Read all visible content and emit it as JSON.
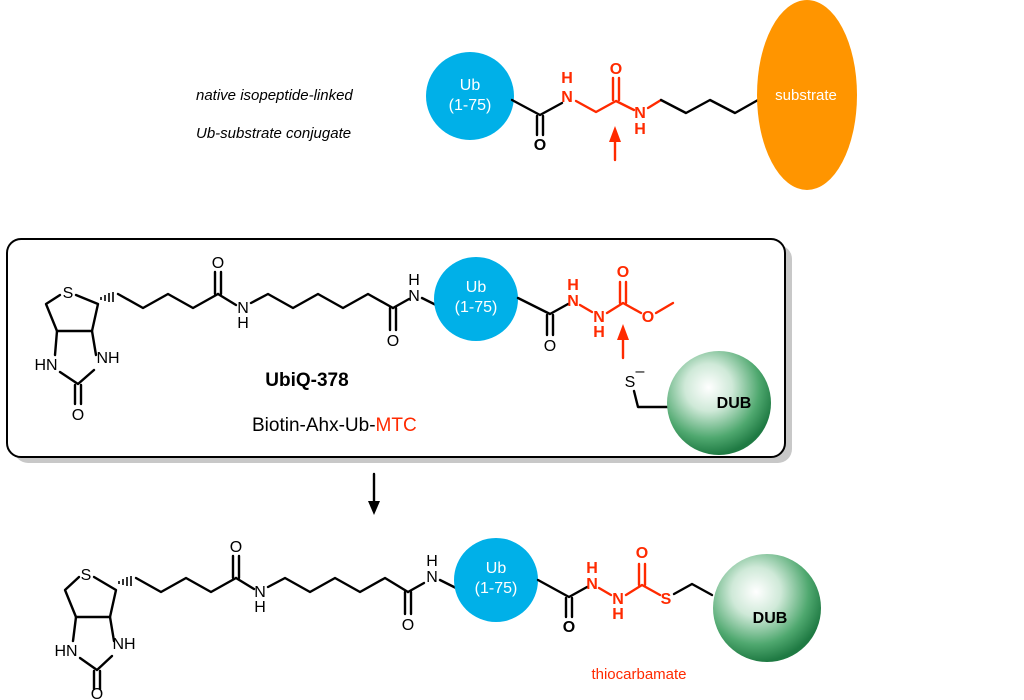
{
  "colors": {
    "ubiquitin": "#00b0e8",
    "substrate": "#ff9500",
    "dub": "#2e8b4f",
    "highlight": "#ff2a00",
    "bond": "#000000"
  },
  "top_scheme": {
    "caption_line1": "native isopeptide-linked",
    "caption_line2": "Ub-substrate conjugate",
    "ub_label_line1": "Ub",
    "ub_label_line2": "(1-75)",
    "substrate_label": "substrate",
    "atoms": {
      "carbonyl_o": "O",
      "gly_nh_h": "H",
      "gly_nh_n": "N",
      "amide_o": "O",
      "lys_n": "N",
      "lys_h": "H"
    }
  },
  "reagent_box": {
    "compound_id": "UbiQ-378",
    "name_prefix": "Biotin-Ahx-Ub-",
    "name_highlight": "MTC",
    "ub_label_line1": "Ub",
    "ub_label_line2": "(1-75)",
    "dub_label": "DUB",
    "thiolate_label": "S",
    "thiolate_charge": "–",
    "biotin_atoms": {
      "ring_s": "S",
      "hn_left": "HN",
      "nh_right": "NH",
      "urea_o": "O",
      "amide1_o": "O",
      "amide1_n": "N",
      "amide1_h": "H",
      "amide2_o": "O",
      "amide2_h": "H",
      "amide2_n": "N"
    },
    "warhead_atoms": {
      "ub_carbonyl_o": "O",
      "n1_h": "H",
      "n1": "N",
      "n2": "N",
      "n2_h": "H",
      "carbonyl_o": "O",
      "ester_o": "O"
    }
  },
  "product": {
    "ub_label_line1": "Ub",
    "ub_label_line2": "(1-75)",
    "dub_label": "DUB",
    "linkage_label": "thiocarbamate",
    "biotin_atoms": {
      "ring_s": "S",
      "hn_left": "HN",
      "nh_right": "NH",
      "urea_o": "O",
      "amide1_o": "O",
      "amide1_n": "N",
      "amide1_h": "H",
      "amide2_o": "O",
      "amide2_h": "H",
      "amide2_n": "N"
    },
    "warhead_atoms": {
      "ub_carbonyl_o": "O",
      "n1_h": "H",
      "n1": "N",
      "n2": "N",
      "n2_h": "H",
      "carbonyl_o": "O",
      "thio_s": "S"
    }
  }
}
